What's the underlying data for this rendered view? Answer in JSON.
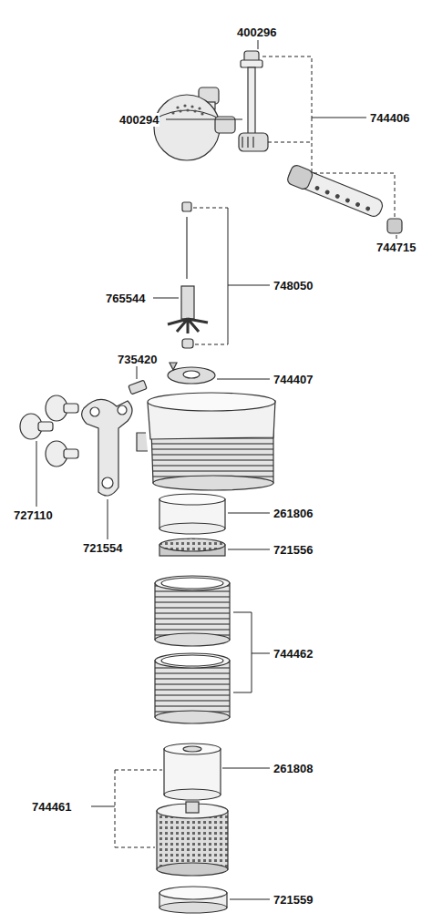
{
  "diagram": {
    "labels": [
      "400296",
      "400294",
      "744406",
      "744715",
      "748050",
      "765544",
      "735420",
      "744407",
      "727110",
      "721554",
      "261806",
      "721556",
      "744462",
      "261808",
      "744461",
      "721559"
    ]
  }
}
